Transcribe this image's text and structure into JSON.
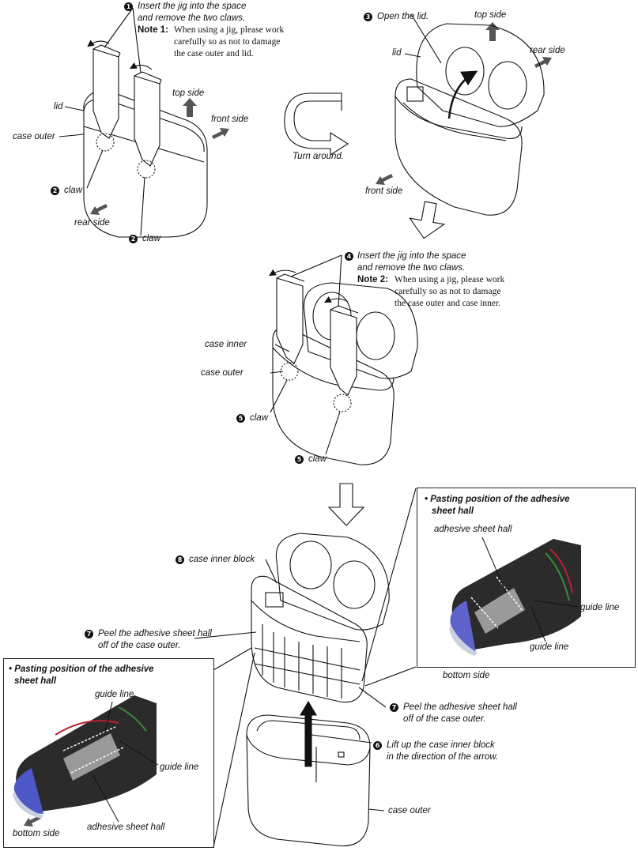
{
  "steps": {
    "s1": {
      "num": "1",
      "line1": "Insert the jig into the space",
      "line2": "and remove the two claws."
    },
    "note1": {
      "label": "Note 1:",
      "line1": "When using a jig, please work",
      "line2": "carefully so as not to damage",
      "line3": "the case outer and lid."
    },
    "s2": {
      "num": "2",
      "label": "claw"
    },
    "s3": {
      "num": "3",
      "label": "Open the lid."
    },
    "s4": {
      "num": "4",
      "line1": "Insert the jig into the space",
      "line2": "and remove the two claws."
    },
    "note2": {
      "label": "Note 2:",
      "line1": "When using a jig, please work",
      "line2": "carefully so as not to damage",
      "line3": "the case outer and case inner."
    },
    "s5": {
      "num": "5",
      "label": "claw"
    },
    "s6": {
      "num": "6",
      "line1": "Lift up the case inner block",
      "line2": "in the direction of the arrow."
    },
    "s7": {
      "num": "7",
      "line1": "Peel the adhesive sheet hall",
      "line2": "off of the case outer."
    },
    "s8": {
      "num": "8",
      "label": "case inner block"
    }
  },
  "labels": {
    "lid": "lid",
    "case_outer": "case outer",
    "case_inner": "case inner",
    "top_side": "top side",
    "front_side": "front side",
    "rear_side": "rear side",
    "bottom_side": "bottom side",
    "turn_around": "Turn around.",
    "guide_line": "guide line",
    "adhesive_sheet_hall": "adhesive sheet hall"
  },
  "insets": {
    "right_title_line1": "• Pasting position of the adhesive",
    "right_title_line2": "sheet hall",
    "left_title_line1": "• Pasting position of the adhesive",
    "left_title_line2": "sheet hall"
  }
}
